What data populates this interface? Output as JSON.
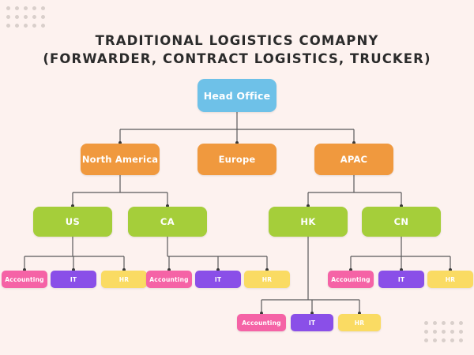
{
  "title": {
    "line1": "TRADITIONAL LOGISTICS COMAPNY",
    "line2": "(FORWARDER, CONTRACT LOGISTICS, TRUCKER)"
  },
  "background_color": "#FDF2EF",
  "decor": {
    "dot_color": "#D9CFCB",
    "dot_grid_columns": 5,
    "dot_grid_rows": 3,
    "grids": [
      "top-left",
      "bottom-right"
    ]
  },
  "palette": {
    "root": "#6EC1E8",
    "region": "#F0993E",
    "country": "#A5CE3A",
    "accounting": "#F563A6",
    "it": "#8A4FE8",
    "hr": "#FADB63",
    "connector": "#5A5A5A",
    "text": "#FFFFFF",
    "title_text": "#2B2B2B"
  },
  "chart_data": {
    "type": "diagram",
    "diagram_type": "org-chart",
    "levels": 5,
    "nodes": [
      {
        "id": "head-office",
        "label": "Head Office",
        "level": 0,
        "color": "#6EC1E8",
        "parent": null
      },
      {
        "id": "north-america",
        "label": "North America",
        "level": 1,
        "color": "#F0993E",
        "parent": "head-office"
      },
      {
        "id": "europe",
        "label": "Europe",
        "level": 1,
        "color": "#F0993E",
        "parent": "head-office"
      },
      {
        "id": "apac",
        "label": "APAC",
        "level": 1,
        "color": "#F0993E",
        "parent": "head-office"
      },
      {
        "id": "us",
        "label": "US",
        "level": 2,
        "color": "#A5CE3A",
        "parent": "north-america"
      },
      {
        "id": "ca",
        "label": "CA",
        "level": 2,
        "color": "#A5CE3A",
        "parent": "north-america"
      },
      {
        "id": "hk",
        "label": "HK",
        "level": 2,
        "color": "#A5CE3A",
        "parent": "apac"
      },
      {
        "id": "cn",
        "label": "CN",
        "level": 2,
        "color": "#A5CE3A",
        "parent": "apac"
      },
      {
        "id": "us-accounting",
        "label": "Accounting",
        "level": 3,
        "color": "#F563A6",
        "parent": "us"
      },
      {
        "id": "us-it",
        "label": "IT",
        "level": 3,
        "color": "#8A4FE8",
        "parent": "us"
      },
      {
        "id": "us-hr",
        "label": "HR",
        "level": 3,
        "color": "#FADB63",
        "parent": "us"
      },
      {
        "id": "ca-accounting",
        "label": "Accounting",
        "level": 3,
        "color": "#F563A6",
        "parent": "ca"
      },
      {
        "id": "ca-it",
        "label": "IT",
        "level": 3,
        "color": "#8A4FE8",
        "parent": "ca"
      },
      {
        "id": "ca-hr",
        "label": "HR",
        "level": 3,
        "color": "#FADB63",
        "parent": "ca"
      },
      {
        "id": "cn-accounting",
        "label": "Accounting",
        "level": 3,
        "color": "#F563A6",
        "parent": "cn"
      },
      {
        "id": "cn-it",
        "label": "IT",
        "level": 3,
        "color": "#8A4FE8",
        "parent": "cn"
      },
      {
        "id": "cn-hr",
        "label": "HR",
        "level": 3,
        "color": "#FADB63",
        "parent": "cn"
      },
      {
        "id": "hk-accounting",
        "label": "Accounting",
        "level": 4,
        "color": "#F563A6",
        "parent": "hk"
      },
      {
        "id": "hk-it",
        "label": "IT",
        "level": 4,
        "color": "#8A4FE8",
        "parent": "hk"
      },
      {
        "id": "hk-hr",
        "label": "HR",
        "level": 4,
        "color": "#FADB63",
        "parent": "hk"
      }
    ]
  }
}
